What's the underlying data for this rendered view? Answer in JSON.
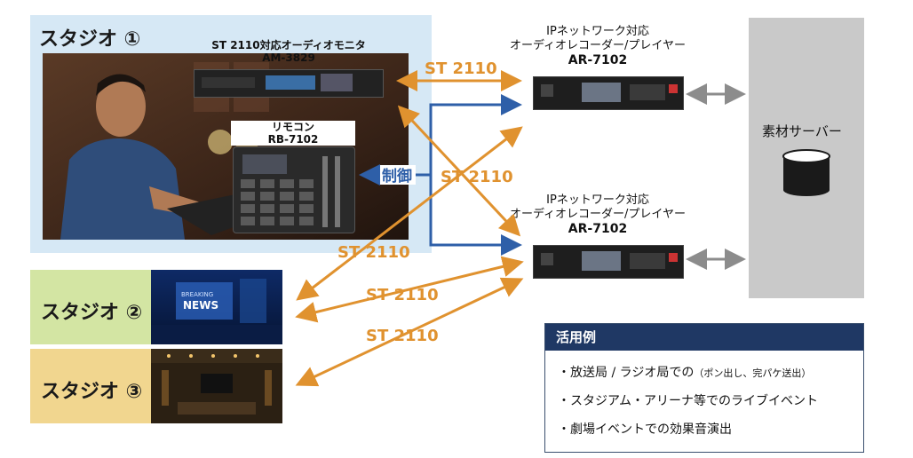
{
  "studio1": {
    "title": "スタジオ ①"
  },
  "studio2": {
    "title": "スタジオ ②"
  },
  "studio3": {
    "title": "スタジオ ③"
  },
  "monitor": {
    "name": "ST 2110対応オーディオモニタ",
    "model": "AM-3829"
  },
  "remote": {
    "name": "リモコン",
    "model": "RB-7102"
  },
  "recorder1": {
    "line1": "IPネットワーク対応",
    "line2": "オーディオレコーダー/プレイヤー",
    "model": "AR-7102"
  },
  "recorder2": {
    "line1": "IPネットワーク対応",
    "line2": "オーディオレコーダー/プレイヤー",
    "model": "AR-7102"
  },
  "server": {
    "label": "素材サーバー"
  },
  "links": {
    "st2110_top": "ST 2110",
    "st2110_center": "ST 2110",
    "st2110_left": "ST 2110",
    "st2110_mid": "ST 2110",
    "st2110_bottom": "ST 2110",
    "control": "制御"
  },
  "news_logo": {
    "line1": "BREAKING",
    "line2": "NEWS"
  },
  "use_cases": {
    "title": "活用例",
    "items": [
      {
        "main": "・放送局 / ラジオ局での",
        "note": "（ポン出し、完パケ送出）"
      },
      {
        "main": "・スタジアム・アリーナ等でのライブイベント",
        "note": ""
      },
      {
        "main": "・劇場イベントでの効果音演出",
        "note": ""
      }
    ]
  },
  "colors": {
    "st2110": "#e0922f",
    "control": "#2e5fa8",
    "server_arrow": "#8c8c8c",
    "panel_head": "#1f3864"
  }
}
